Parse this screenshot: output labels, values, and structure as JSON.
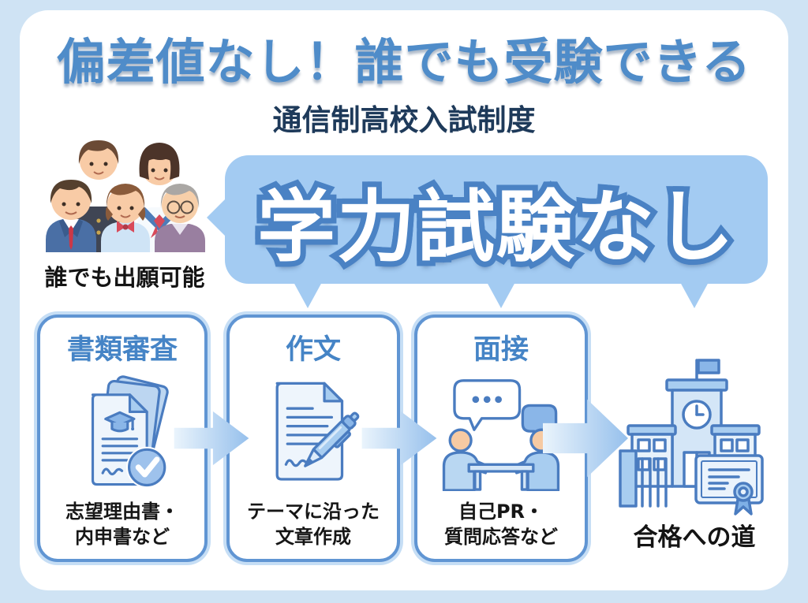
{
  "header": {
    "title": "偏差値なし！誰でも受験できる",
    "subtitle": "通信制高校入試制度"
  },
  "applicants": {
    "caption": "誰でも出願可能",
    "illustration": "five-diverse-applicants"
  },
  "highlight": {
    "bubble_text": "学力試験なし"
  },
  "steps": [
    {
      "title": "書類審査",
      "icon": "document-stack-check-icon",
      "desc_line1": "志望理由書・",
      "desc_line2": "内申書など"
    },
    {
      "title": "作文",
      "icon": "essay-pen-icon",
      "desc_line1": "テーマに沿った",
      "desc_line2": "文章作成"
    },
    {
      "title": "面接",
      "icon": "interview-chat-icon",
      "desc_line1": "自己PR・",
      "desc_line2": "質問応答など"
    }
  ],
  "goal": {
    "caption": "合格への道",
    "icon": "school-building-icon"
  },
  "colors": {
    "background": "#cfe3f4",
    "card": "#ffffff",
    "title_blue": "#4f8cc9",
    "subtitle_navy": "#1e3a5a",
    "bubble_blue": "#a3cbf2",
    "bubble_text_fill": "#ffffff",
    "bubble_text_outline": "#4a82c4",
    "box_border": "#6095d3",
    "box_outer_glow": "#c6def5",
    "step_title_blue": "#4584c6",
    "arrow_blue": "#96c0ec",
    "icon_outline": "#4a7cc0",
    "icon_fill_light": "#e8f2fb",
    "icon_fill_mid": "#a8cdf0",
    "text_black": "#141414"
  }
}
